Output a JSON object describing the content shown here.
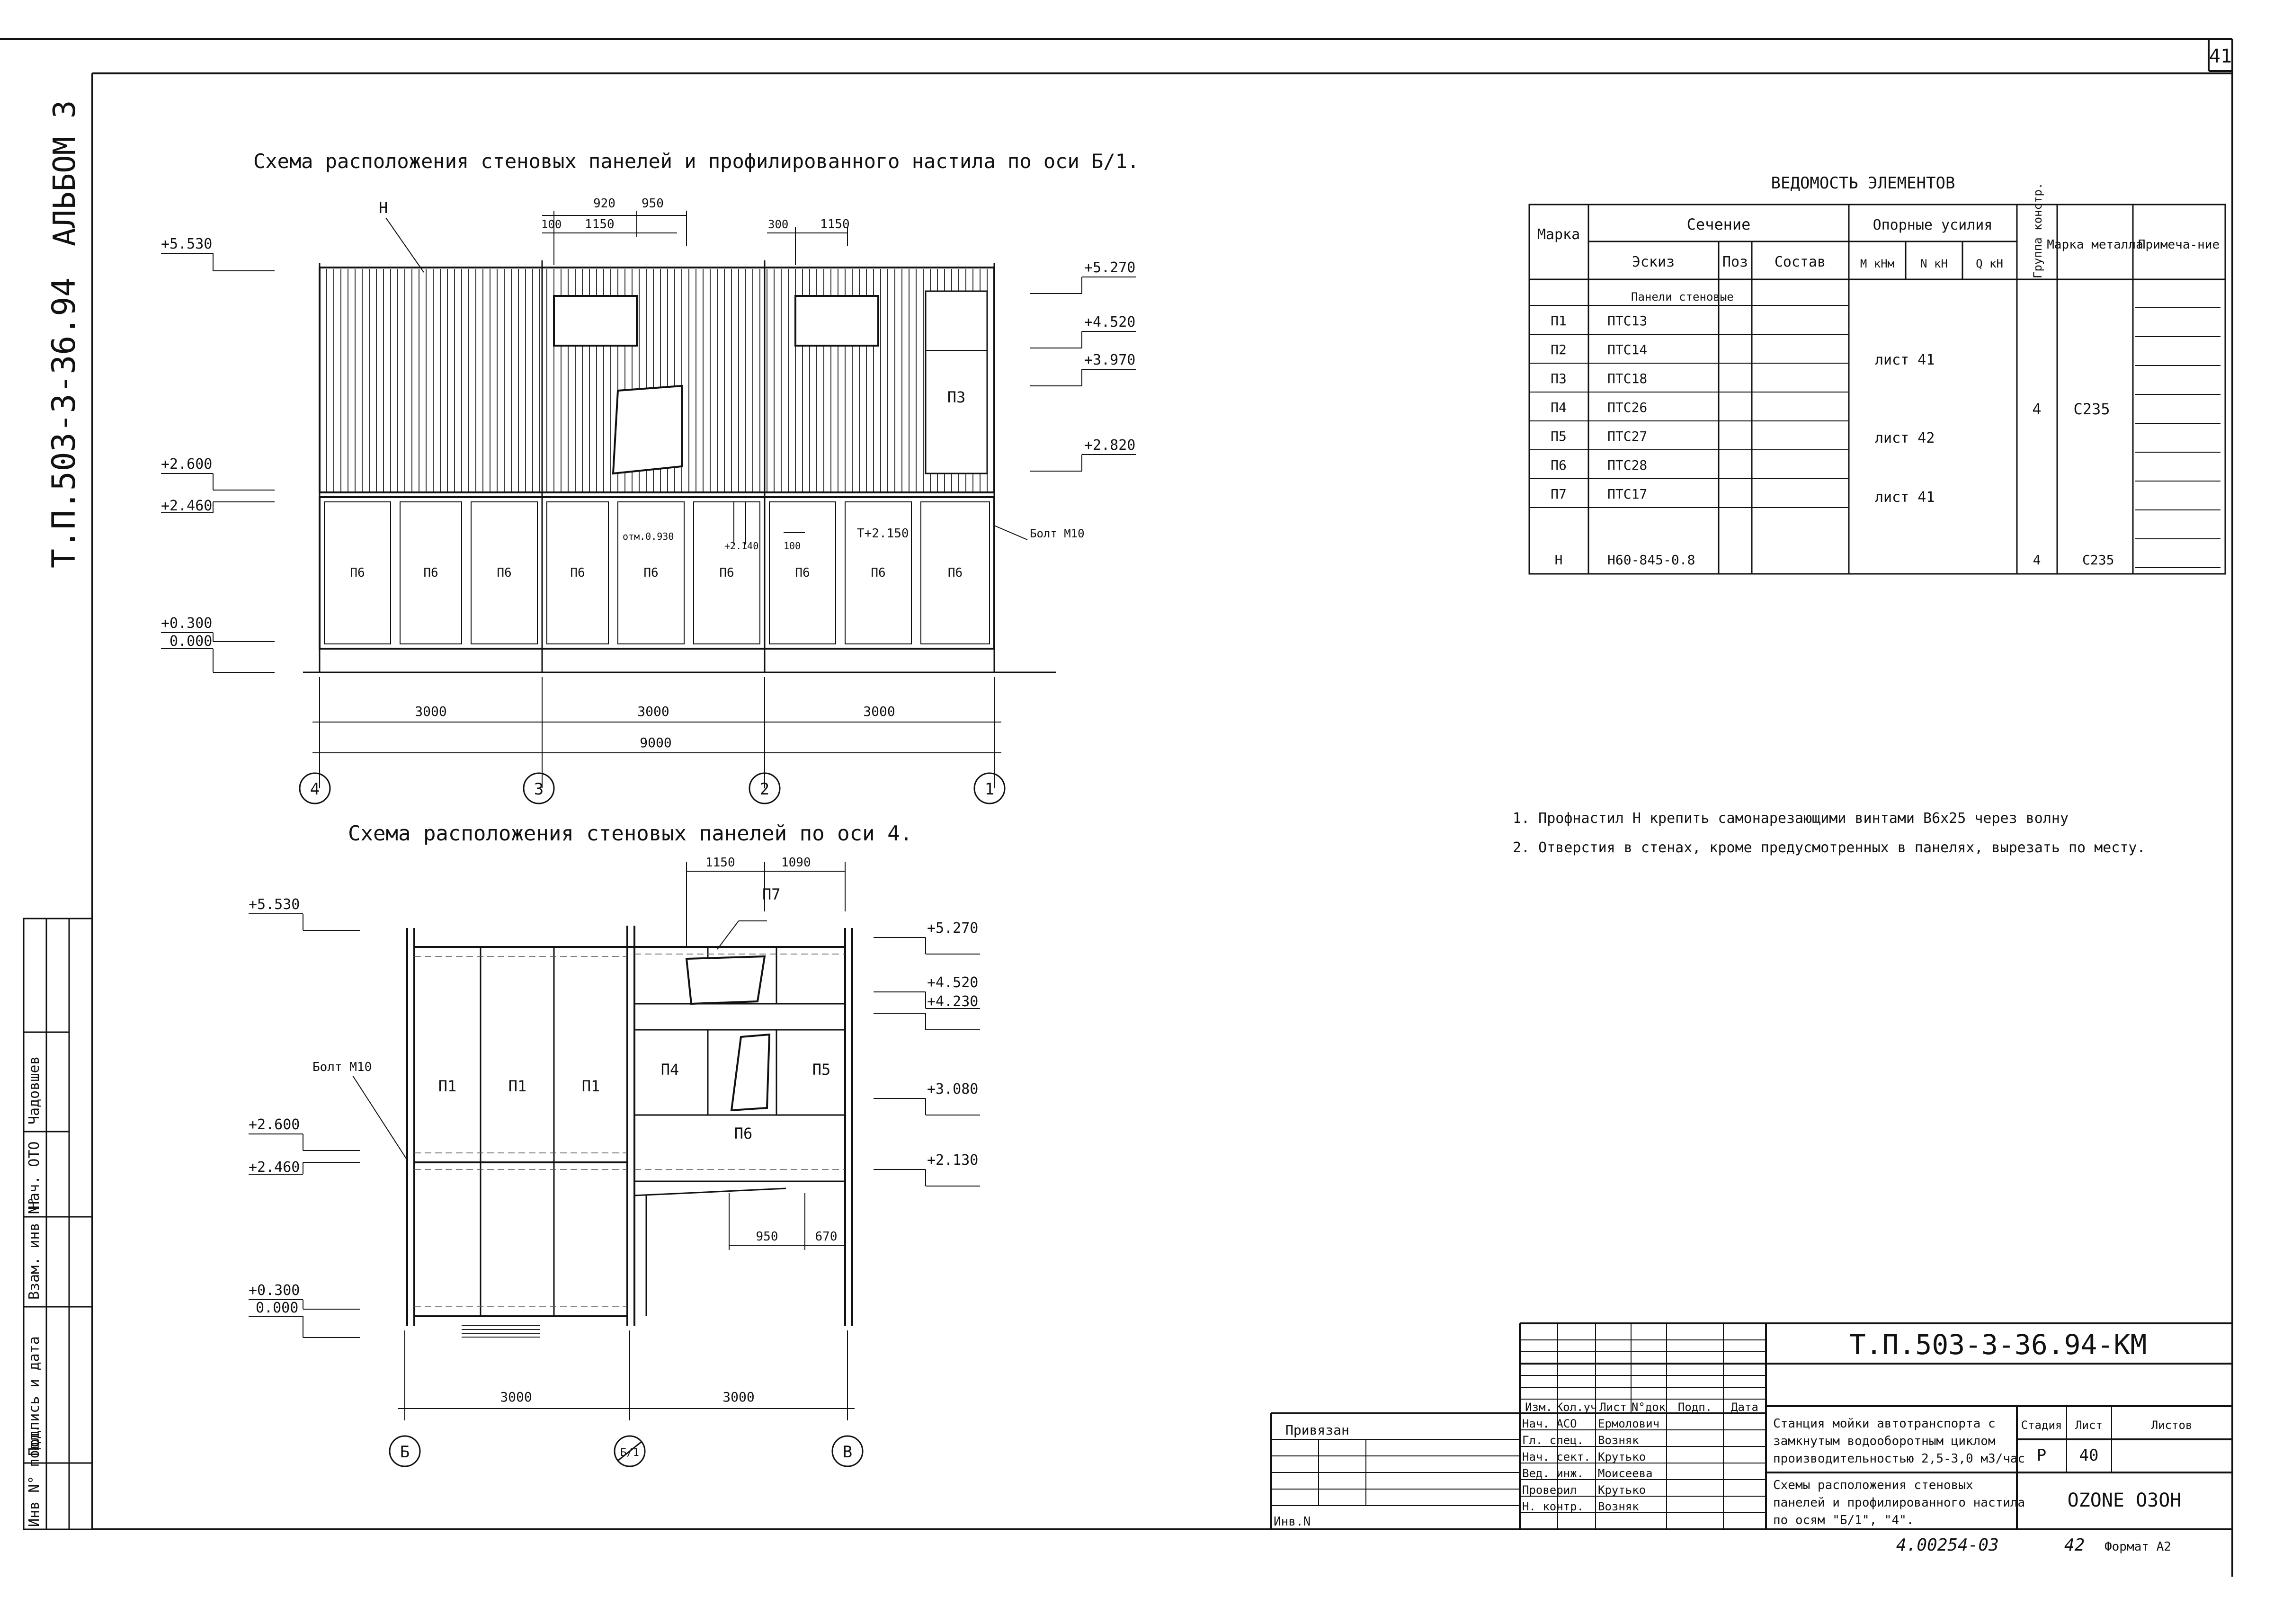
{
  "sheet_corner_number": "41",
  "side_stamp": {
    "album": "АЛЬБОМ 3",
    "project_code": "Т.П.503-3-36.94",
    "cells": [
      "Инв N° подл.",
      "Подпись и дата",
      "Взам. инв N°",
      "Нач. ОТО",
      "Чадовшев"
    ]
  },
  "scheme1": {
    "title": "Схема расположения стеновых панелей и профилированного настила по оси Б/1.",
    "label_h": "Н",
    "top_dims": [
      "920",
      "950",
      "100",
      "1150",
      "300",
      "1150"
    ],
    "levels_left": [
      "+5.530",
      "+2.600",
      "+2.460",
      "+0.300",
      "0.000"
    ],
    "levels_right": [
      "+5.270",
      "+4.520",
      "+3.970",
      "+2.820"
    ],
    "panel_p3": "П3",
    "bolt": "Болт М10",
    "lower_labels": [
      "П6",
      "П6",
      "П6",
      "П6",
      "П6",
      "П6",
      "П6",
      "П6",
      "П6"
    ],
    "inner_dims": [
      "отм.0.930",
      "+2.140",
      "100",
      "Т+2.150"
    ],
    "bottom_dims": [
      "3000",
      "3000",
      "3000",
      "9000"
    ],
    "axes": [
      "4",
      "3",
      "2",
      "1"
    ]
  },
  "scheme2": {
    "title": "Схема расположения стеновых панелей по оси 4.",
    "top_dims": [
      "1150",
      "1090"
    ],
    "label_p7": "П7",
    "levels_left": [
      "+5.530",
      "+2.600",
      "+2.460",
      "+0.300",
      "0.000"
    ],
    "levels_right": [
      "+5.270",
      "+4.520",
      "+4.230",
      "+3.080",
      "+2.130"
    ],
    "bolt": "Болт М10",
    "panels": [
      "П1",
      "П1",
      "П1",
      "П4",
      "П5",
      "П6"
    ],
    "inner_dims": [
      "950",
      "670"
    ],
    "bottom_dims": [
      "3000",
      "3000"
    ],
    "axes": [
      "Б",
      "Б/1",
      "В"
    ]
  },
  "vedomost": {
    "title": "ВЕДОМОСТЬ ЭЛЕМЕНТОВ",
    "headers": {
      "marka": "Марка",
      "sechenie": "Сечение",
      "eskiz": "Эскиз",
      "poz": "Поз",
      "sostav": "Состав",
      "opornye": "Опорные усилия",
      "m": "М кНм",
      "n": "N кН",
      "q": "Q кН",
      "gruppa": "Группа констр.",
      "marka_metalla": "Марка металла",
      "primechanie": "Примеча-ние"
    },
    "section_label": "Панели стеновые",
    "rows": [
      {
        "marka": "П1",
        "sostav": "ПТС13"
      },
      {
        "marka": "П2",
        "sostav": "ПТС14"
      },
      {
        "marka": "П3",
        "sostav": "ПТС18"
      },
      {
        "marka": "П4",
        "sostav": "ПТС26"
      },
      {
        "marka": "П5",
        "sostav": "ПТС27"
      },
      {
        "marka": "П6",
        "sostav": "ПТС28"
      },
      {
        "marka": "П7",
        "sostav": "ПТС17"
      }
    ],
    "sheet_refs": [
      "лист 41",
      "лист 42",
      "лист 41"
    ],
    "gruppa_value": "4",
    "steel_value": "С235",
    "last_row": {
      "marka": "Н",
      "sostav": "Н60-845-0.8",
      "gruppa": "4",
      "steel": "С235"
    }
  },
  "notes": [
    "1. Профнастил Н крепить самонарезающими винтами В6х25 через волну",
    "2. Отверстия в стенах, кроме предусмотренных в панелях, вырезать по месту."
  ],
  "title_block": {
    "code": "Т.П.503-3-36.94-КМ",
    "column_headers": [
      "Изм.",
      "Кол.уч",
      "Лист",
      "N°док",
      "Подп.",
      "Дата"
    ],
    "roles": [
      {
        "role": "Нач. АСО",
        "name": "Ермолович"
      },
      {
        "role": "Гл. спец.",
        "name": "Возняк"
      },
      {
        "role": "Нач. сект.",
        "name": "Крутько"
      },
      {
        "role": "Вед. инж.",
        "name": "Моисеева"
      },
      {
        "role": "Проверил",
        "name": "Крутько"
      },
      {
        "role": "Н. контр.",
        "name": "Возняк"
      }
    ],
    "project_name": "Станция мойки автотранспорта с замкнутым водооборотным циклом производительностью 2,5-3,0 м3/час",
    "drawing_name": "Схемы расположения стеновых панелей и профилированного настила по осям \"Б/1\", \"4\".",
    "stage_label": "Стадия",
    "sheet_label": "Лист",
    "sheets_label": "Листов",
    "stage": "Р",
    "sheet": "40",
    "sheets": "",
    "org": "OZONE ОЗОН",
    "privyazan": "Привязан",
    "inv": "Инв.N"
  },
  "footer": {
    "inv_number": "4.00254-03",
    "page": "42",
    "format": "Формат А2"
  }
}
